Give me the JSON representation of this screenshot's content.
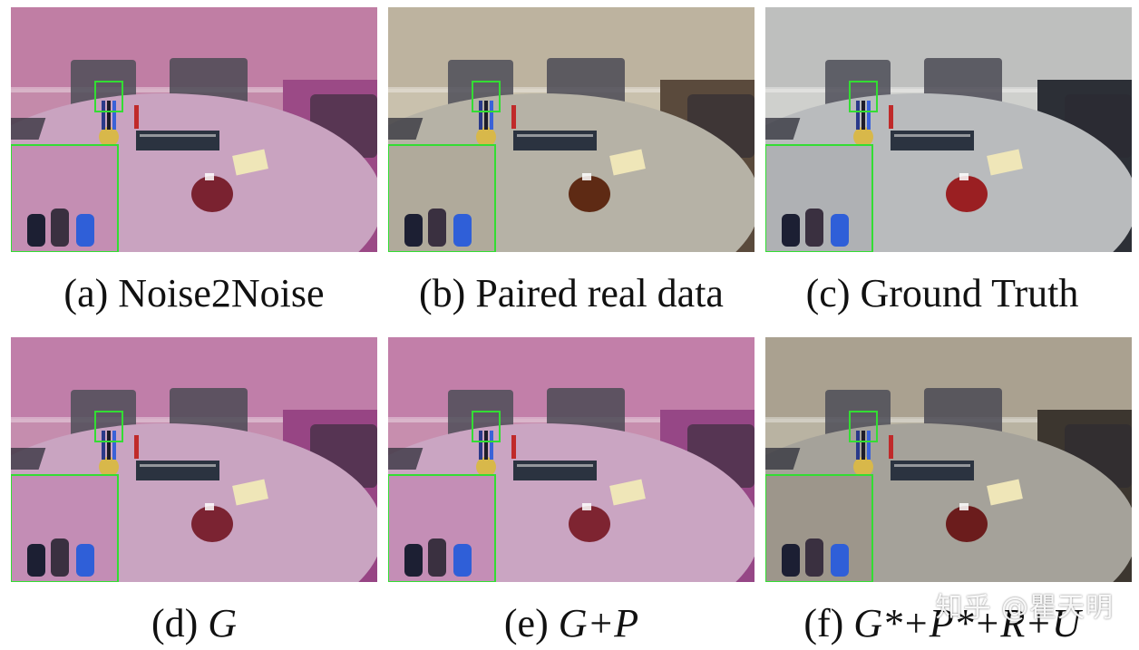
{
  "figure": {
    "panels": [
      {
        "id": "a",
        "caption": "(a) Noise2Noise",
        "tint": "#b9679b",
        "wall": "#c48aaa",
        "table": "#c9a3c0",
        "floor": "#9b4a86",
        "apple": "#7a2230"
      },
      {
        "id": "b",
        "caption": "(b) Paired real data",
        "tint": "#a79a86",
        "wall": "#c9c1ad",
        "table": "#b6b2a6",
        "floor": "#5a4a3c",
        "apple": "#5e2a14"
      },
      {
        "id": "c",
        "caption": "(c) Ground Truth",
        "tint": "#9da0a3",
        "wall": "#cfd0cd",
        "table": "#b9bbbd",
        "floor": "#2c2f36",
        "apple": "#9a1f22"
      },
      {
        "id": "d",
        "caption_prefix": "(d) ",
        "caption_math": "G",
        "tint": "#b865a0",
        "wall": "#c58dae",
        "table": "#c9a4c1",
        "floor": "#974584",
        "apple": "#7b2332"
      },
      {
        "id": "e",
        "caption_prefix": "(e) ",
        "caption_math": "G+P",
        "tint": "#b965a0",
        "wall": "#c78eae",
        "table": "#caa5c2",
        "floor": "#964786",
        "apple": "#7e2431"
      },
      {
        "id": "f",
        "caption_prefix": "(f) ",
        "caption_math": "G*+P*+R+U",
        "tint": "#8e8170",
        "wall": "#b9b3a2",
        "table": "#a5a29a",
        "floor": "#3c362f",
        "apple": "#6b1c1c"
      }
    ],
    "inset_border_color": "#33dd33"
  },
  "watermark": "知乎 @瞿天明"
}
